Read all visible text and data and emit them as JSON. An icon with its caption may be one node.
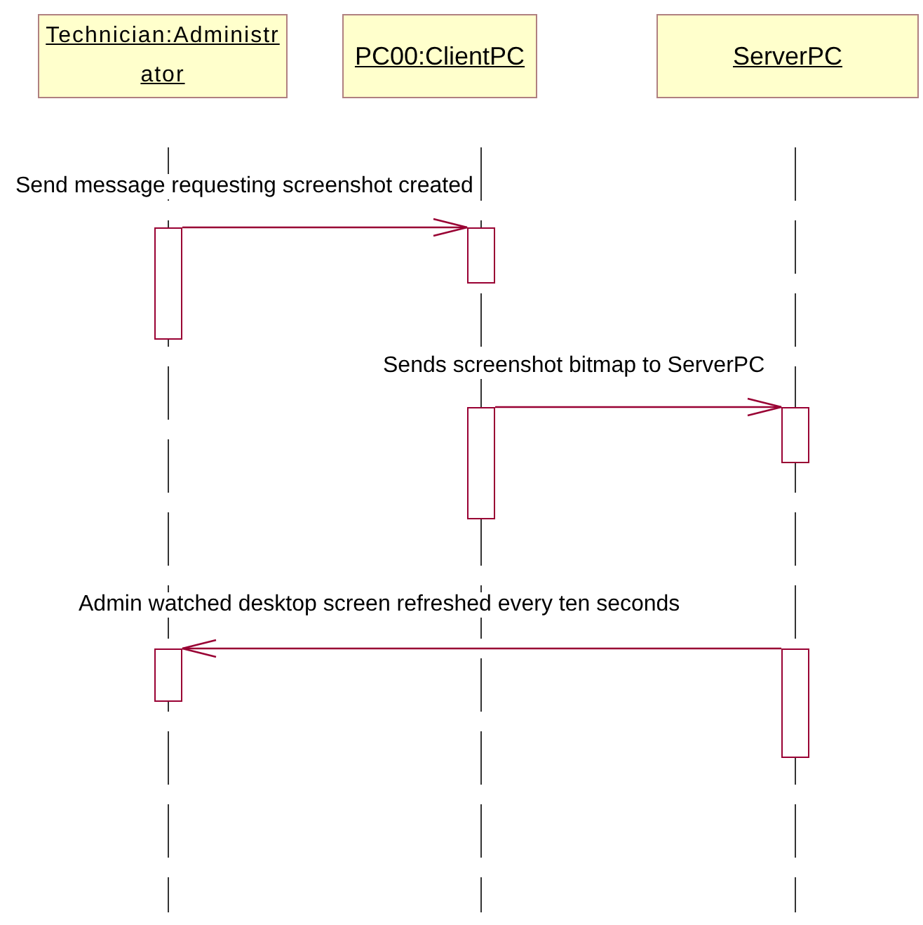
{
  "diagram": {
    "nodes": [
      {
        "text": [
          "Technician:Administrator"
        ]
      },
      {
        "text": [
          "PC00:ClientPC"
        ]
      },
      {
        "text": [
          "ServerPC"
        ]
      },
      {
        "text": [],
        "shape": "bar"
      },
      {
        "text": [],
        "shape": "bar"
      },
      {
        "text": [],
        "shape": "bar"
      },
      {
        "text": [],
        "shape": "bar"
      },
      {
        "text": [],
        "shape": "bar"
      },
      {
        "text": [],
        "shape": "bar"
      }
    ],
    "edges": [
      {
        "from": 3,
        "to": 4,
        "arrow": "to",
        "label": "Send message requesting screenshot created"
      },
      {
        "from": 5,
        "to": 6,
        "arrow": "to",
        "label": "Sends screenshot bitmap to ServerPC"
      },
      {
        "from": 8,
        "to": 7,
        "arrow": "to",
        "label": "Admin watched desktop screen refreshed every ten seconds"
      }
    ]
  }
}
